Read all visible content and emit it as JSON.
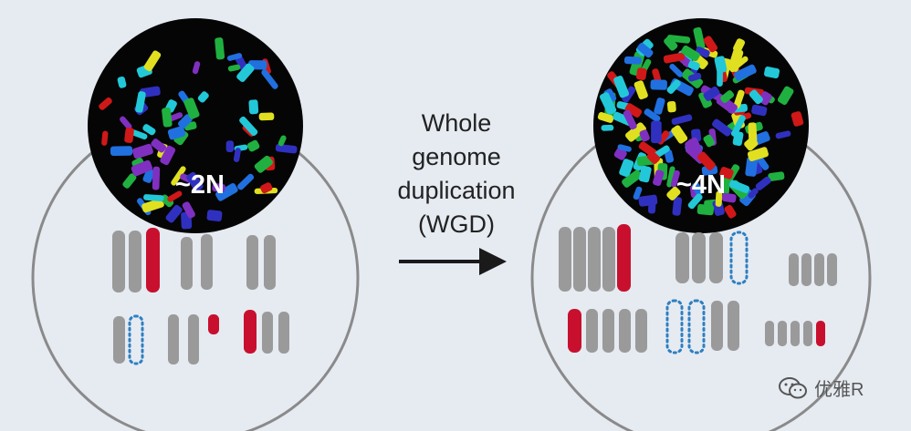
{
  "arrow_label": [
    "Whole",
    "genome",
    "duplication",
    "(WGD)"
  ],
  "left_cell": {
    "ploidy_label": "~2N"
  },
  "right_cell": {
    "ploidy_label": "~4N"
  },
  "watermark": {
    "text": "优雅R",
    "icon": "wechat-icon"
  },
  "colors": {
    "background": "#e6ebf2",
    "cell_outline": "#8a8a8a",
    "chromosome_gray": "#9a9a9a",
    "chromosome_red": "#c8102e",
    "dotted_blue": "#2e7fc0",
    "arrow": "#1a1a1a"
  }
}
